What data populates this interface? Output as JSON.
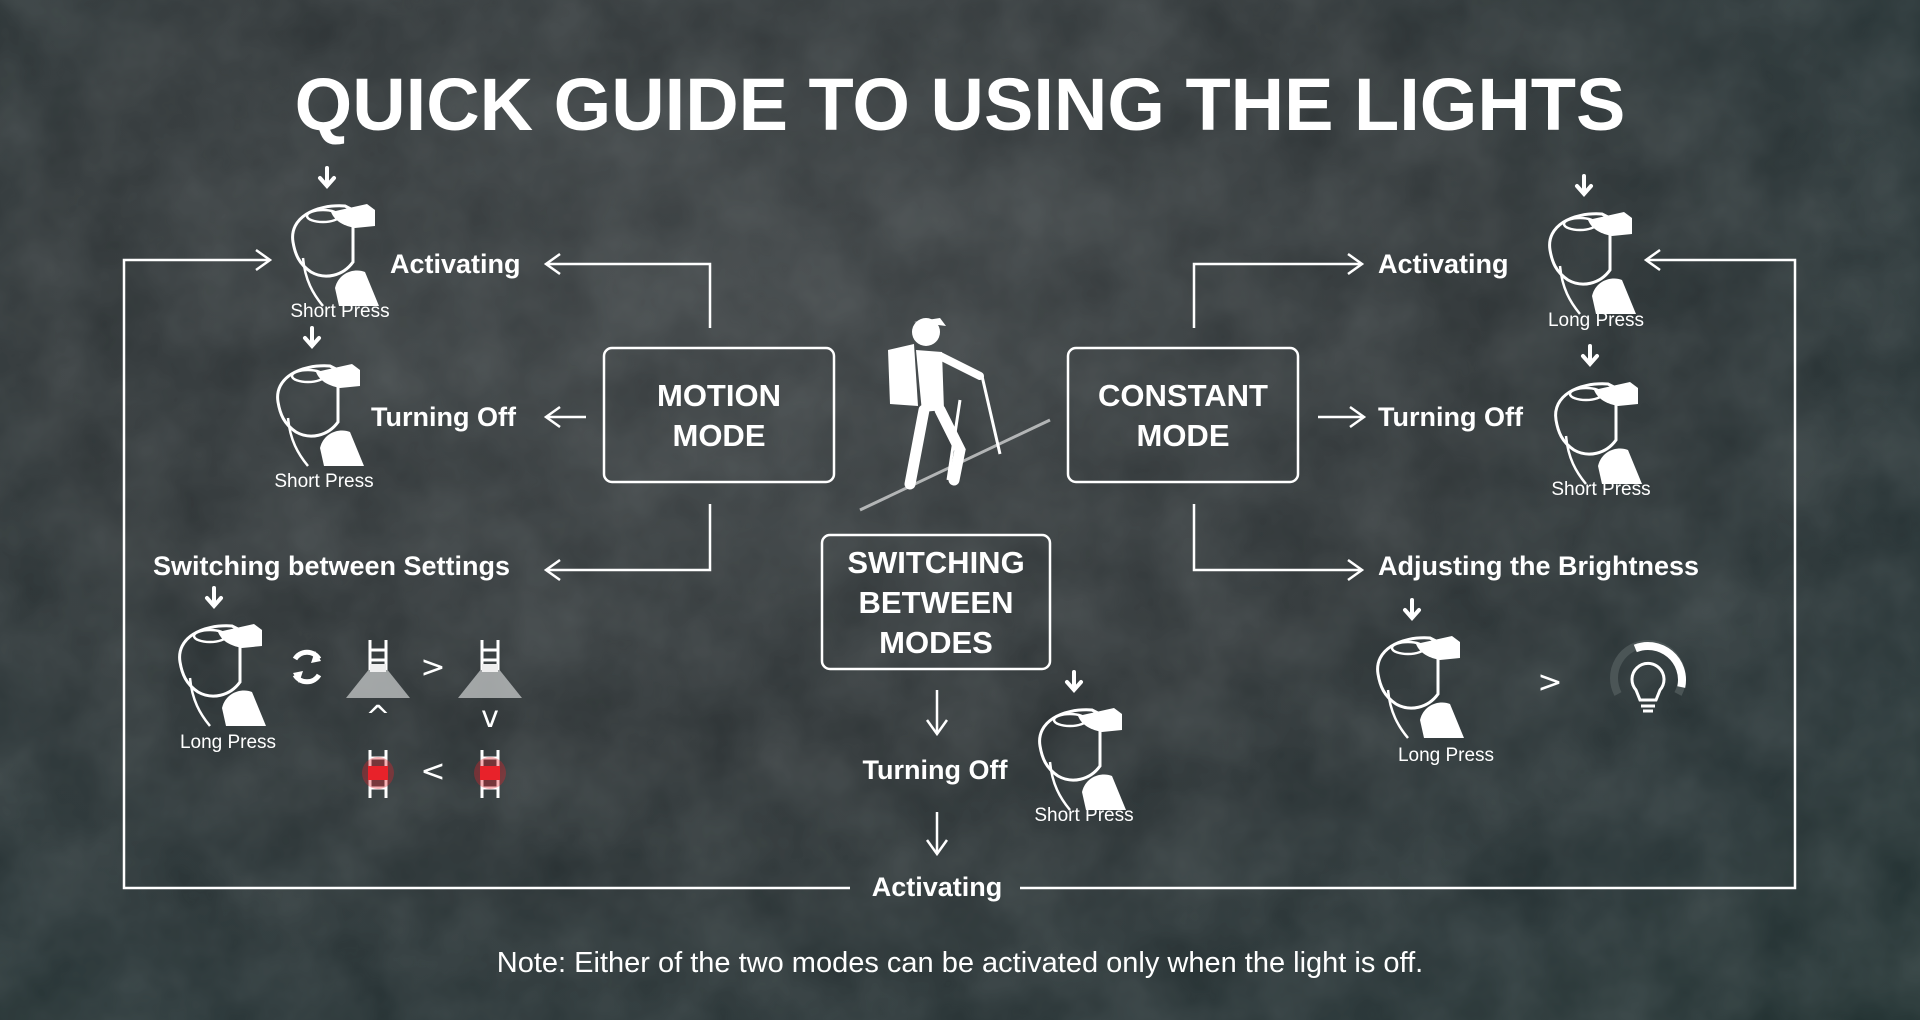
{
  "title": "QUICK GUIDE TO USING THE LIGHTS",
  "colors": {
    "background": "#2c3234",
    "line": "#ffffff",
    "red_light": "#e8232a"
  },
  "motion_mode": {
    "box": [
      "MOTION",
      "MODE"
    ],
    "activating": {
      "label": "Activating",
      "press": "Short Press"
    },
    "turning_off": {
      "label": "Turning Off",
      "press": "Short Press"
    },
    "switching_settings": {
      "label": "Switching between Settings",
      "press": "Long Press"
    }
  },
  "constant_mode": {
    "box": [
      "CONSTANT",
      "MODE"
    ],
    "activating": {
      "label": "Activating",
      "press": "Long Press"
    },
    "turning_off": {
      "label": "Turning Off",
      "press": "Short Press"
    },
    "adjusting": {
      "label": "Adjusting the Brightness",
      "press": "Long Press"
    }
  },
  "switching_modes": {
    "box": [
      "SWITCHING",
      "BETWEEN",
      "MODES"
    ],
    "turning_off": {
      "label": "Turning Off",
      "press": "Short Press"
    },
    "activating": "Activating"
  },
  "symbols": {
    "gt": ">",
    "lt": "<",
    "up": "^",
    "down": "v"
  },
  "icons": [
    "press-arrow-icon",
    "light-press-icon",
    "cycle-icon",
    "beam-light-icon",
    "red-light-icon",
    "hiker-icon",
    "bulb-brightness-icon"
  ],
  "note": "Note: Either of the two modes can be activated only when the light is off."
}
